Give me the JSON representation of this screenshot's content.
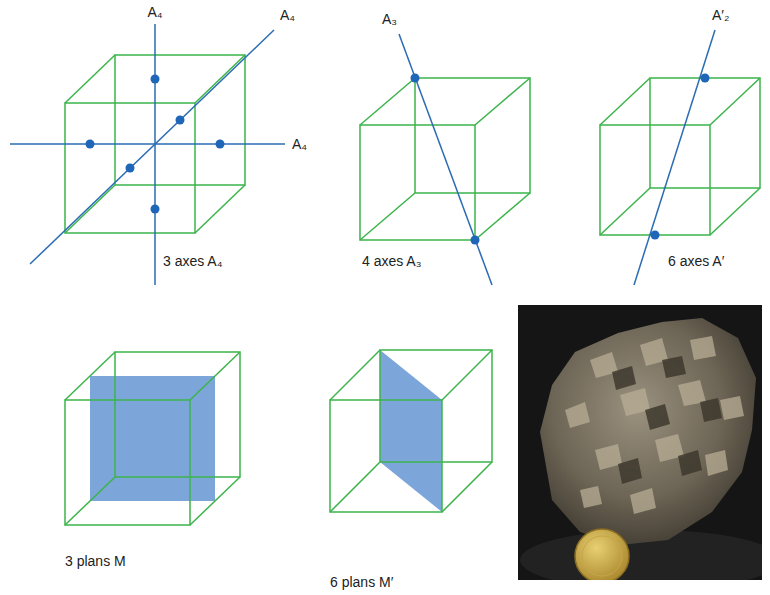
{
  "diagram": {
    "labels": [
      "A₄",
      "A₄",
      "A₃",
      "A′₂",
      "A₄",
      "3 axes A₄",
      "4 axes A₃",
      "6 axes A′",
      "3 plans M",
      "6 plans M′"
    ]
  }
}
